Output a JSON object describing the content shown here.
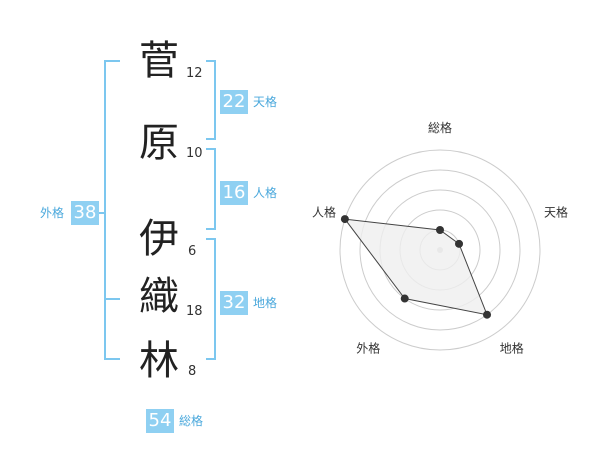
{
  "name_chars": [
    {
      "char": "菅",
      "strokes": "12"
    },
    {
      "char": "原",
      "strokes": "10"
    },
    {
      "char": "伊",
      "strokes": "6"
    },
    {
      "char": "織",
      "strokes": "18"
    },
    {
      "char": "林",
      "strokes": "8"
    }
  ],
  "kaku": {
    "tenkaku": {
      "value": "22",
      "label": "天格"
    },
    "jinkaku": {
      "value": "16",
      "label": "人格"
    },
    "chikaku": {
      "value": "32",
      "label": "地格"
    },
    "gaikaku": {
      "value": "38",
      "label": "外格"
    },
    "soukaku": {
      "value": "54",
      "label": "総格"
    }
  },
  "chart_data": {
    "type": "radar",
    "axes": [
      "総格",
      "天格",
      "地格",
      "外格",
      "人格"
    ],
    "values": [
      1,
      1,
      4,
      3,
      5
    ],
    "max": 5,
    "colors": {
      "accent": "#8fd0f2",
      "fill": "#efefef",
      "stroke": "#444444",
      "ring": "#cccccc"
    }
  }
}
